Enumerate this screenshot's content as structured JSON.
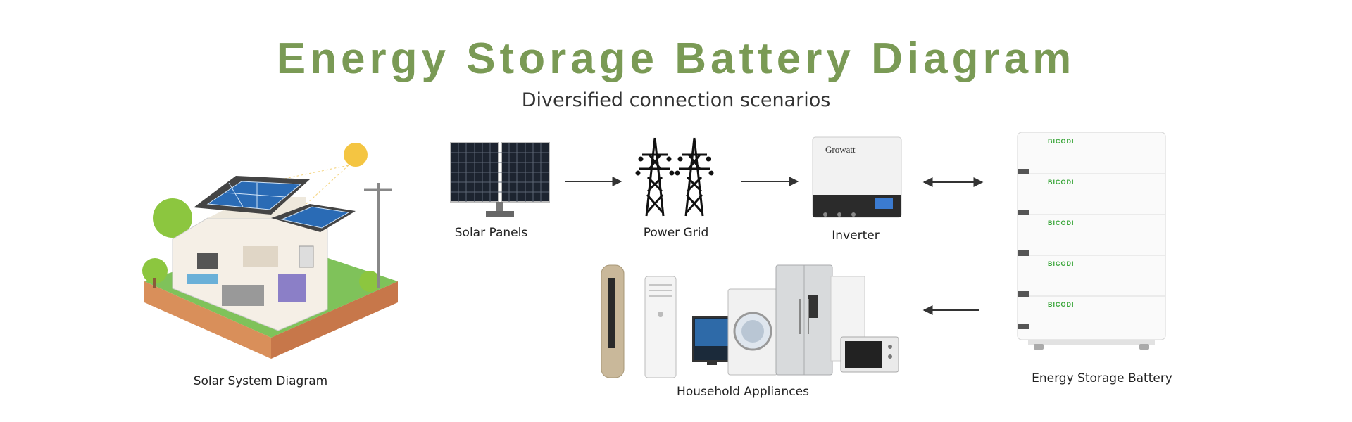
{
  "header": {
    "title": "Energy Storage Battery Diagram",
    "subtitle": "Diversified connection scenarios"
  },
  "nodes": {
    "solar_system": "Solar System Diagram",
    "solar_panels": "Solar Panels",
    "power_grid": "Power Grid",
    "inverter": "Inverter",
    "appliances": "Household Appliances",
    "battery": "Energy Storage Battery"
  },
  "brands": {
    "inverter": "Growatt",
    "battery": "BICODI"
  },
  "connections": [
    {
      "from": "solar_panels",
      "to": "power_grid",
      "direction": "one-way"
    },
    {
      "from": "power_grid",
      "to": "inverter",
      "direction": "one-way"
    },
    {
      "from": "inverter",
      "to": "battery",
      "direction": "two-way"
    },
    {
      "from": "battery",
      "to": "appliances",
      "direction": "one-way"
    }
  ],
  "colors": {
    "title": "#7a9a55",
    "brand_green": "#3aa63a",
    "arrow": "#333333"
  }
}
